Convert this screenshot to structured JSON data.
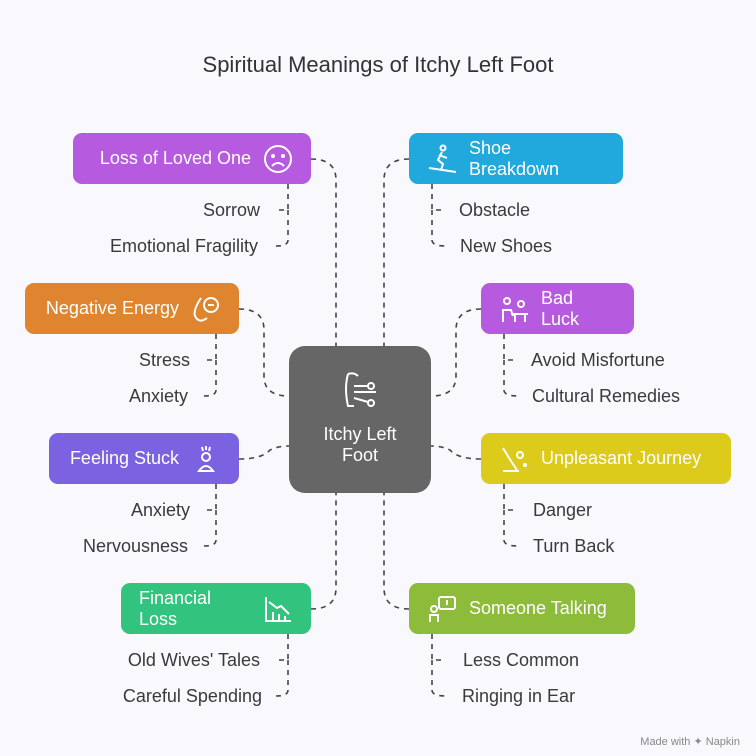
{
  "title": "Spiritual Meanings of Itchy Left Foot",
  "center": {
    "line1": "Itchy Left",
    "line2": "Foot",
    "icon": "foot-network-icon"
  },
  "branches": [
    {
      "label": "Loss of Loved One",
      "color": "#b65be0",
      "icon": "sad-face-icon",
      "items": [
        "Sorrow",
        "Emotional Fragility"
      ]
    },
    {
      "label": "Negative Energy",
      "color": "#df8530",
      "icon": "drop-minus-icon",
      "items": [
        "Stress",
        "Anxiety"
      ]
    },
    {
      "label": "Feeling Stuck",
      "color": "#7b62e0",
      "icon": "stressed-person-icon",
      "items": [
        "Anxiety",
        "Nervousness"
      ]
    },
    {
      "label": "Financial Loss",
      "color": "#32c47e",
      "icon": "declining-chart-icon",
      "items": [
        "Old Wives' Tales",
        "Careful Spending"
      ]
    },
    {
      "label": "Shoe Breakdown",
      "color": "#21a8dc",
      "icon": "walker-icon",
      "items": [
        "Obstacle",
        "New Shoes"
      ]
    },
    {
      "label": "Bad Luck",
      "color": "#b65be0",
      "icon": "people-table-icon",
      "items": [
        "Avoid Misfortune",
        "Cultural Remedies"
      ]
    },
    {
      "label": "Unpleasant Journey",
      "color": "#dccb1a",
      "icon": "slope-icon",
      "items": [
        "Danger",
        "Turn Back"
      ]
    },
    {
      "label": "Someone Talking",
      "color": "#8dbb3a",
      "icon": "speech-person-icon",
      "items": [
        "Less Common",
        "Ringing in Ear"
      ]
    }
  ],
  "footer": "Made with ✦ Napkin"
}
